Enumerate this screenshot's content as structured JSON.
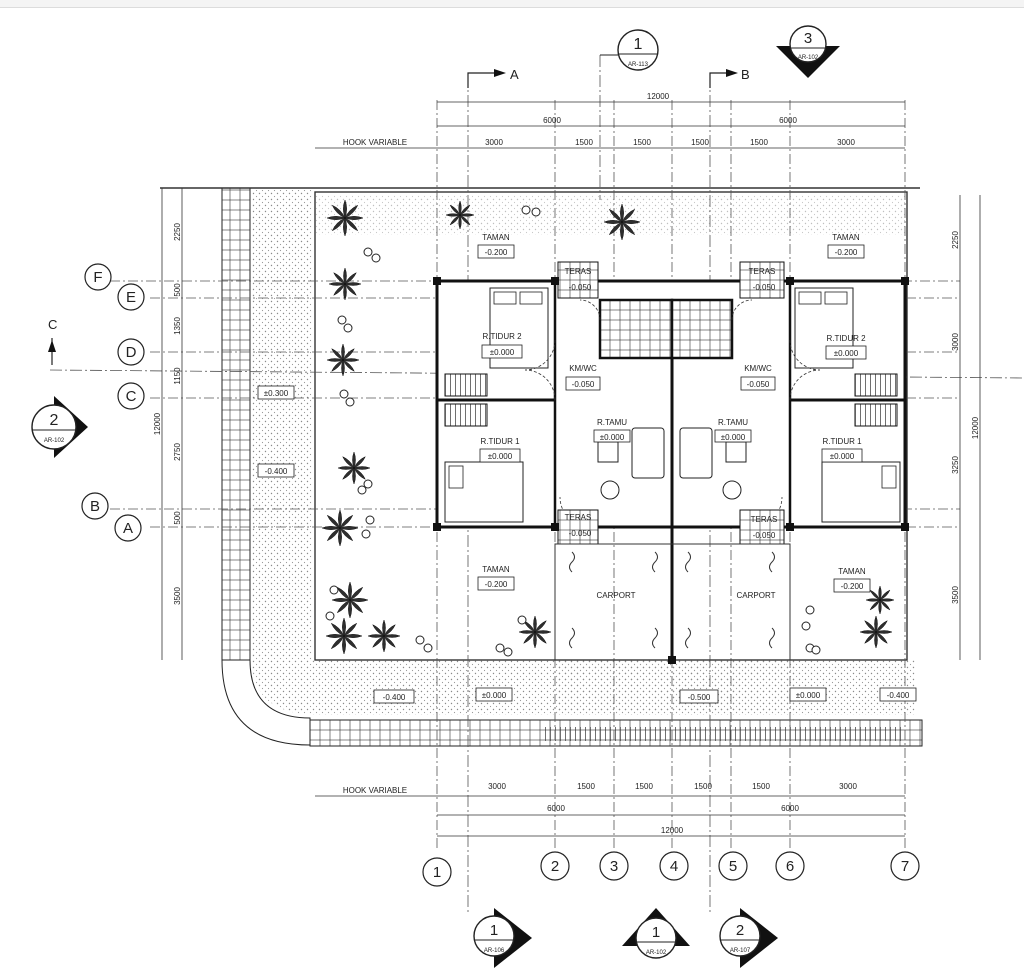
{
  "sections": {
    "a": "A",
    "b": "B",
    "c": "C"
  },
  "grid_cols": [
    "1",
    "2",
    "3",
    "4",
    "5",
    "6",
    "7"
  ],
  "grid_rows": [
    "F",
    "E",
    "D",
    "C",
    "B",
    "A"
  ],
  "callouts": {
    "top_1": {
      "num": "1",
      "ref": "AR-113"
    },
    "top_3": {
      "num": "3",
      "ref": "AR-102"
    },
    "left_2": {
      "num": "2",
      "ref": "AR-102"
    },
    "bottom_1a": {
      "num": "1",
      "ref": "AR-106"
    },
    "bottom_1b": {
      "num": "1",
      "ref": "AR-102"
    },
    "bottom_2": {
      "num": "2",
      "ref": "AR-107"
    }
  },
  "dims_top": {
    "total": "12000",
    "half_left": "6000",
    "half_right": "6000",
    "hook": "HOOK VARIABLE",
    "segs": [
      "3000",
      "1500",
      "1500",
      "1500",
      "1500",
      "3000"
    ]
  },
  "dims_bottom": {
    "total": "12000",
    "half_left": "6000",
    "half_right": "6000",
    "hook": "HOOK VARIABLE",
    "segs": [
      "3000",
      "1500",
      "1500",
      "1500",
      "1500",
      "3000"
    ]
  },
  "dims_left": {
    "total": "12000",
    "segs": [
      "2250",
      "500",
      "1350",
      "1150",
      "2750",
      "500",
      "3500"
    ]
  },
  "dims_right": {
    "total": "12000",
    "segs": [
      "2250",
      "3000",
      "3250",
      "3500"
    ]
  },
  "rooms": {
    "taman_tl": {
      "name": "TAMAN",
      "level": "-0.200"
    },
    "taman_tr": {
      "name": "TAMAN",
      "level": "-0.200"
    },
    "taman_bl": {
      "name": "TAMAN",
      "level": "-0.200"
    },
    "taman_br": {
      "name": "TAMAN",
      "level": "-0.200"
    },
    "teras_tl": {
      "name": "TERAS",
      "level": "-0.050"
    },
    "teras_tr": {
      "name": "TERAS",
      "level": "-0.050"
    },
    "teras_bl": {
      "name": "TERAS",
      "level": "-0.050"
    },
    "teras_br": {
      "name": "TERAS",
      "level": "-0.050"
    },
    "tidur2_l": {
      "name": "R.TIDUR 2",
      "level": "±0.000"
    },
    "tidur2_r": {
      "name": "R.TIDUR 2",
      "level": "±0.000"
    },
    "tidur1_l": {
      "name": "R.TIDUR 1",
      "level": "±0.000"
    },
    "tidur1_r": {
      "name": "R.TIDUR 1",
      "level": "±0.000"
    },
    "kmwc_l": {
      "name": "KM/WC",
      "level": "-0.050"
    },
    "kmwc_r": {
      "name": "KM/WC",
      "level": "-0.050"
    },
    "tamu_l": {
      "name": "R.TAMU",
      "level": "±0.000"
    },
    "tamu_r": {
      "name": "R.TAMU",
      "level": "±0.000"
    },
    "carport_l": {
      "name": "CARPORT"
    },
    "carport_r": {
      "name": "CARPORT"
    }
  },
  "levels": {
    "side_top": "±0.300",
    "side_mid": "-0.400",
    "road_left": "-0.400",
    "road_l2": "±0.000",
    "road_mid": "-0.500",
    "road_r2": "±0.000",
    "road_right": "-0.400"
  }
}
